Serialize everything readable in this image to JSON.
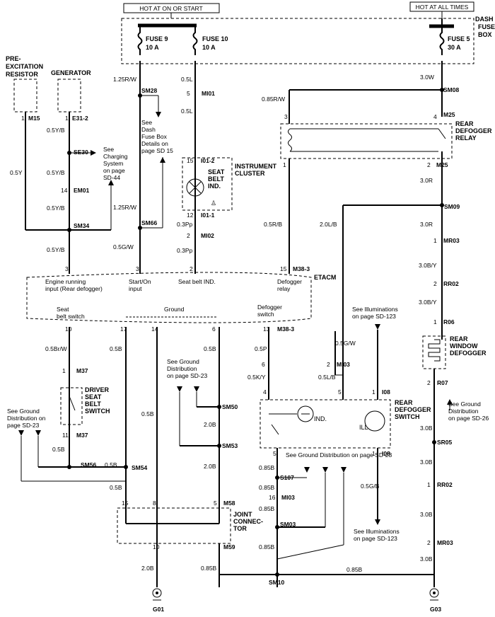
{
  "headers": {
    "hot_start": "HOT AT ON OR START",
    "hot_all": "HOT AT ALL TIMES",
    "dash_fuse_box": [
      "DASH",
      "FUSE",
      "BOX"
    ]
  },
  "fuses": {
    "f9": [
      "FUSE 9",
      "10 A"
    ],
    "f10": [
      "FUSE 10",
      "10 A"
    ],
    "f5": [
      "FUSE 5",
      "30 A"
    ]
  },
  "components": {
    "preexc": [
      "PRE-",
      "EXCITATION",
      "RESISTOR"
    ],
    "generator": "GENERATOR",
    "instrument_cluster": [
      "INSTRUMENT",
      "CLUSTER"
    ],
    "seat_belt_ind": [
      "SEAT",
      "BELT",
      "IND."
    ],
    "rear_defogger_relay": [
      "REAR",
      "DEFOGGER",
      "RELAY"
    ],
    "rear_window_defogger": [
      "REAR",
      "WINDOW",
      "DEFOGGER"
    ],
    "driver_seat_belt_switch": [
      "DRIVER",
      "SEAT",
      "BELT",
      "SWITCH"
    ],
    "rear_defogger_switch": [
      "REAR",
      "DEFOGGER",
      "SWITCH"
    ],
    "joint_connector": [
      "JOINT",
      "CONNEC-",
      "TOR"
    ],
    "etacm": "ETACM",
    "ind": "IND.",
    "ill": "ILL"
  },
  "connectors": {
    "m15": "M15",
    "e31_2": "E31-2",
    "se30": "SE30",
    "em01": "EM01",
    "sm34": "SM34",
    "sm28": "SM28",
    "sm66": "SM66",
    "mi01": "MI01",
    "i01_2": "I01-2",
    "i01_1": "I01-1",
    "mi02": "MI02",
    "sm08": "SM08",
    "m25": "M25",
    "m25b": "M25",
    "sm09": "SM09",
    "mr03": "MR03",
    "rr02": "RR02",
    "r06": "R06",
    "r07": "R07",
    "m38_3": "M38-3",
    "m38_3b": "M38-3",
    "m37": "M37",
    "m37b": "M37",
    "sm56": "SM56",
    "sm54": "SM54",
    "sm50": "SM50",
    "sm53": "SM53",
    "mi03": "MI03",
    "mi03b": "MI03",
    "i08": "I08",
    "i08b": "I08",
    "s107": "S107",
    "sm03": "SM03",
    "m58": "M58",
    "m59": "M59",
    "sm10": "SM10",
    "sr05": "SR05",
    "rr02b": "RR02",
    "mr03b": "MR03",
    "g01": "G01",
    "g03": "G03"
  },
  "wires": {
    "w125rw": "1.25R/W",
    "w05l": "0.5L",
    "w05l2": "0.5L",
    "w30w": "3.0W",
    "w085rw": "0.85R/W",
    "w05yb": "0.5Y/B",
    "w05yb2": "0.5Y/B",
    "w05y": "0.5Y",
    "w05yb3": "0.5Y/B",
    "w05yb4": "0.5Y/B",
    "w125rw2": "1.25R/W",
    "w03pp": "0.3Pp",
    "w03pp2": "0.3Pp",
    "w05gw": "0.5G/W",
    "w30r": "3.0R",
    "w05rb": "0.5R/B",
    "w20lb": "2.0L/B",
    "w30r2": "3.0R",
    "w30by": "3.0B/Y",
    "w30by2": "3.0B/Y",
    "w05brw": "0.5Br/W",
    "w05b1": "0.5B",
    "w05b2": "0.5B",
    "w05p": "0.5P",
    "w05gw2": "0.5G/W",
    "w05sky": "0.5K/Y",
    "w05lb": "0.5L/B",
    "w05b3": "0.5B",
    "w20b1": "2.0B",
    "w20b2": "2.0B",
    "w05b4": "0.5B",
    "w05b5": "0.5B",
    "w05b6": "0.5B",
    "w085b1": "0.85B",
    "w085b2": "0.85B",
    "w085b3": "0.85B",
    "w05gb": "0.5G/B",
    "w085b4": "0.85B",
    "w30b1": "3.0B",
    "w30b2": "3.0B",
    "w30b3": "3.0B",
    "w30b4": "3.0B",
    "w20b3": "2.0B",
    "w085b5": "0.85B",
    "w085b6": "0.85B"
  },
  "notes": {
    "dash_fuse": [
      "See",
      "Dash",
      "Fuse Box",
      "Details on",
      "page SD 15"
    ],
    "charging": [
      "See",
      "Charging",
      "System",
      "on page",
      "SD-44"
    ],
    "ground_dist1": [
      "See Ground",
      "Distribution on",
      "page SD-23"
    ],
    "ground_dist2": [
      "See Ground",
      "Distribution",
      "on page SD-23"
    ],
    "ground_dist3": "See Ground Distribution on page SD-23",
    "ground_dist4": [
      "See Ground",
      "Distribution",
      "on page SD-26"
    ],
    "illum1": [
      "See Illuminations",
      "on page SD-123"
    ],
    "illum2": [
      "See Illuminations",
      "on page SD-123"
    ]
  },
  "etacm_labels": {
    "engine_running": [
      "Engine running",
      "input (Rear defogger)"
    ],
    "start_on": [
      "Start/On",
      "input"
    ],
    "seat_belt_ind": "Seat belt IND.",
    "defogger_relay": [
      "Defogger",
      "relay"
    ],
    "seat_belt_switch": [
      "Seat",
      "belt switch"
    ],
    "ground": "Ground",
    "defogger_switch": [
      "Defogger",
      "switch"
    ]
  },
  "pins": [
    "1",
    "1",
    "14",
    "5",
    "3",
    "2",
    "15",
    "17",
    "3",
    "4",
    "1",
    "2",
    "2",
    "12",
    "2",
    "1",
    "2",
    "1",
    "2",
    "10",
    "17",
    "14",
    "6",
    "13",
    "1",
    "11",
    "15",
    "6",
    "2",
    "4",
    "5",
    "1",
    "2",
    "2",
    "8",
    "5",
    "10",
    "1",
    "1",
    "1",
    "16"
  ]
}
